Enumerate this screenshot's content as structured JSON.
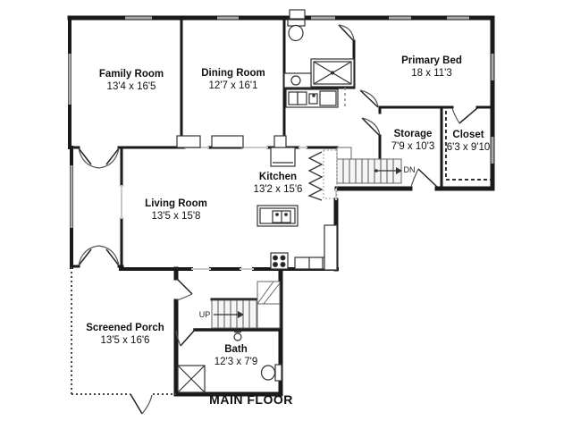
{
  "title": "MAIN FLOOR",
  "rooms": [
    {
      "name": "Family Room",
      "dimensions": "13'4 x 16'5"
    },
    {
      "name": "Dining Room",
      "dimensions": "12'7 x 16'1"
    },
    {
      "name": "Primary Bed",
      "dimensions": "18 x 11'3"
    },
    {
      "name": "Storage",
      "dimensions": "7'9 x 10'3"
    },
    {
      "name": "Closet",
      "dimensions": "6'3 x 9'10"
    },
    {
      "name": "Living Room",
      "dimensions": "13'5 x 15'8"
    },
    {
      "name": "Kitchen",
      "dimensions": "13'2 x 15'6"
    },
    {
      "name": "Screened Porch",
      "dimensions": "13'5 x 16'6"
    },
    {
      "name": "Bath",
      "dimensions": "12'3 x 7'9"
    }
  ],
  "labels": {
    "up": "UP",
    "down": "DN",
    "floor": "MAIN FLOOR"
  },
  "icons": [
    "toilet-icon",
    "shower-tub-icon",
    "sink-icon",
    "stove-icon",
    "fridge-icon",
    "island-sink-icon",
    "corner-shower-icon",
    "ceiling-light-icon",
    "stairs-up-icon",
    "stairs-down-icon",
    "pantry-shelves-icon"
  ],
  "colors": {
    "wall": "#1a1a1a",
    "window": "#a9a9a9",
    "stair_fill": "#f5f5f5",
    "text": "#111111",
    "background": "#ffffff"
  }
}
